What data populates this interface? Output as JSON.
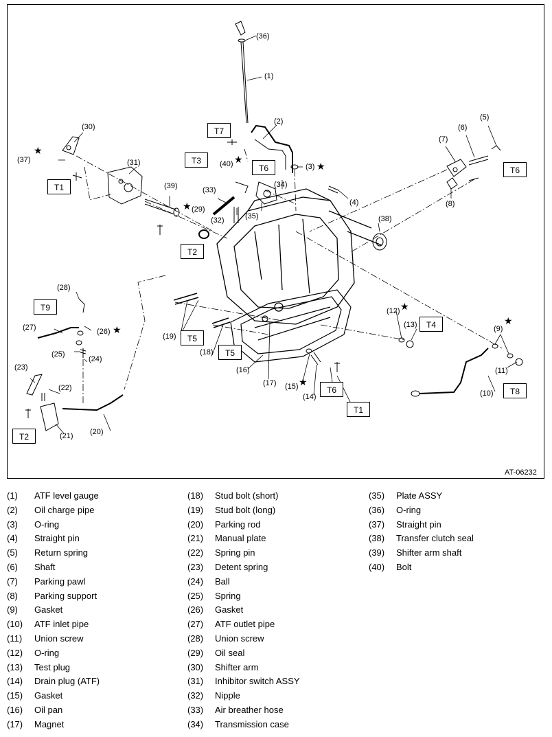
{
  "figure_code": "AT-06232",
  "callouts": [
    {
      "id": "c36",
      "text": "(36)"
    },
    {
      "id": "c1",
      "text": "(1)"
    },
    {
      "id": "c2",
      "text": "(2)"
    },
    {
      "id": "c30",
      "text": "(30)"
    },
    {
      "id": "c37",
      "text": "(37)"
    },
    {
      "id": "c31",
      "text": "(31)"
    },
    {
      "id": "c40",
      "text": "(40)"
    },
    {
      "id": "c3",
      "text": "(3)"
    },
    {
      "id": "c34",
      "text": "(34)"
    },
    {
      "id": "c39",
      "text": "(39)"
    },
    {
      "id": "c33",
      "text": "(33)"
    },
    {
      "id": "c29",
      "text": "(29)"
    },
    {
      "id": "c32",
      "text": "(32)"
    },
    {
      "id": "c35",
      "text": "(35)"
    },
    {
      "id": "c4",
      "text": "(4)"
    },
    {
      "id": "c5",
      "text": "(5)"
    },
    {
      "id": "c6",
      "text": "(6)"
    },
    {
      "id": "c7",
      "text": "(7)"
    },
    {
      "id": "c8",
      "text": "(8)"
    },
    {
      "id": "c38",
      "text": "(38)"
    },
    {
      "id": "c28",
      "text": "(28)"
    },
    {
      "id": "c27",
      "text": "(27)"
    },
    {
      "id": "c26",
      "text": "(26)"
    },
    {
      "id": "c25",
      "text": "(25)"
    },
    {
      "id": "c24",
      "text": "(24)"
    },
    {
      "id": "c23",
      "text": "(23)"
    },
    {
      "id": "c22",
      "text": "(22)"
    },
    {
      "id": "c21",
      "text": "(21)"
    },
    {
      "id": "c20",
      "text": "(20)"
    },
    {
      "id": "c19",
      "text": "(19)"
    },
    {
      "id": "c18",
      "text": "(18)"
    },
    {
      "id": "c16",
      "text": "(16)"
    },
    {
      "id": "c17",
      "text": "(17)"
    },
    {
      "id": "c15",
      "text": "(15)"
    },
    {
      "id": "c14",
      "text": "(14)"
    },
    {
      "id": "c12",
      "text": "(12)"
    },
    {
      "id": "c13",
      "text": "(13)"
    },
    {
      "id": "c9",
      "text": "(9)"
    },
    {
      "id": "c11",
      "text": "(11)"
    },
    {
      "id": "c10",
      "text": "(10)"
    }
  ],
  "torque_boxes": [
    {
      "id": "t7",
      "text": "T7"
    },
    {
      "id": "t3",
      "text": "T3"
    },
    {
      "id": "t6a",
      "text": "T6"
    },
    {
      "id": "t1a",
      "text": "T1"
    },
    {
      "id": "t6b",
      "text": "T6"
    },
    {
      "id": "t2a",
      "text": "T2"
    },
    {
      "id": "t9",
      "text": "T9"
    },
    {
      "id": "t5a",
      "text": "T5"
    },
    {
      "id": "t5b",
      "text": "T5"
    },
    {
      "id": "t4",
      "text": "T4"
    },
    {
      "id": "t6c",
      "text": "T6"
    },
    {
      "id": "t1b",
      "text": "T1"
    },
    {
      "id": "t8",
      "text": "T8"
    },
    {
      "id": "t2b",
      "text": "T2"
    }
  ],
  "star_symbol": "★",
  "legend": {
    "col1": [
      {
        "num": "(1)",
        "name": "ATF level gauge"
      },
      {
        "num": "(2)",
        "name": "Oil charge pipe"
      },
      {
        "num": "(3)",
        "name": "O-ring"
      },
      {
        "num": "(4)",
        "name": "Straight pin"
      },
      {
        "num": "(5)",
        "name": "Return spring"
      },
      {
        "num": "(6)",
        "name": "Shaft"
      },
      {
        "num": "(7)",
        "name": "Parking pawl"
      },
      {
        "num": "(8)",
        "name": "Parking support"
      },
      {
        "num": "(9)",
        "name": "Gasket"
      },
      {
        "num": "(10)",
        "name": "ATF inlet pipe"
      },
      {
        "num": "(11)",
        "name": "Union screw"
      },
      {
        "num": "(12)",
        "name": "O-ring"
      },
      {
        "num": "(13)",
        "name": "Test plug"
      },
      {
        "num": "(14)",
        "name": "Drain plug (ATF)"
      },
      {
        "num": "(15)",
        "name": "Gasket"
      },
      {
        "num": "(16)",
        "name": "Oil pan"
      },
      {
        "num": "(17)",
        "name": "Magnet"
      }
    ],
    "col2": [
      {
        "num": "(18)",
        "name": "Stud bolt (short)"
      },
      {
        "num": "(19)",
        "name": "Stud bolt (long)"
      },
      {
        "num": "(20)",
        "name": "Parking rod"
      },
      {
        "num": "(21)",
        "name": "Manual plate"
      },
      {
        "num": "(22)",
        "name": "Spring pin"
      },
      {
        "num": "(23)",
        "name": "Detent spring"
      },
      {
        "num": "(24)",
        "name": "Ball"
      },
      {
        "num": "(25)",
        "name": "Spring"
      },
      {
        "num": "(26)",
        "name": "Gasket"
      },
      {
        "num": "(27)",
        "name": "ATF outlet pipe"
      },
      {
        "num": "(28)",
        "name": "Union screw"
      },
      {
        "num": "(29)",
        "name": "Oil seal"
      },
      {
        "num": "(30)",
        "name": "Shifter arm"
      },
      {
        "num": "(31)",
        "name": "Inhibitor switch ASSY"
      },
      {
        "num": "(32)",
        "name": "Nipple"
      },
      {
        "num": "(33)",
        "name": "Air breather hose"
      },
      {
        "num": "(34)",
        "name": "Transmission case"
      }
    ],
    "col3": [
      {
        "num": "(35)",
        "name": "Plate ASSY"
      },
      {
        "num": "(36)",
        "name": "O-ring"
      },
      {
        "num": "(37)",
        "name": "Straight pin"
      },
      {
        "num": "(38)",
        "name": "Transfer clutch seal"
      },
      {
        "num": "(39)",
        "name": "Shifter arm shaft"
      },
      {
        "num": "(40)",
        "name": "Bolt"
      }
    ]
  }
}
